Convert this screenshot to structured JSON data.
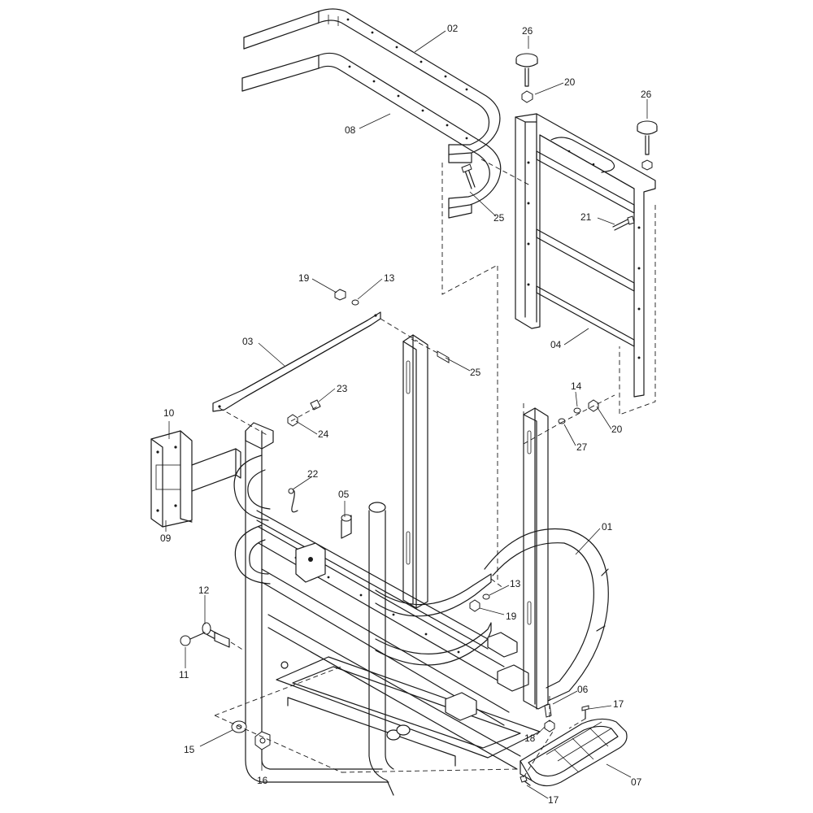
{
  "colors": {
    "line": "#1a1a1a",
    "background": "#ffffff"
  },
  "callouts": [
    {
      "id": "c02",
      "label": "02"
    },
    {
      "id": "c08",
      "label": "08"
    },
    {
      "id": "c26a",
      "label": "26"
    },
    {
      "id": "c20a",
      "label": "20"
    },
    {
      "id": "c26b",
      "label": "26"
    },
    {
      "id": "c25a",
      "label": "25"
    },
    {
      "id": "c21",
      "label": "21"
    },
    {
      "id": "c19a",
      "label": "19"
    },
    {
      "id": "c13a",
      "label": "13"
    },
    {
      "id": "c03",
      "label": "03"
    },
    {
      "id": "c25b",
      "label": "25"
    },
    {
      "id": "c04",
      "label": "04"
    },
    {
      "id": "c23",
      "label": "23"
    },
    {
      "id": "c24",
      "label": "24"
    },
    {
      "id": "c14",
      "label": "14"
    },
    {
      "id": "c10",
      "label": "10"
    },
    {
      "id": "c20b",
      "label": "20"
    },
    {
      "id": "c27",
      "label": "27"
    },
    {
      "id": "c22",
      "label": "22"
    },
    {
      "id": "c05",
      "label": "05"
    },
    {
      "id": "c09",
      "label": "09"
    },
    {
      "id": "c01",
      "label": "01"
    },
    {
      "id": "c12",
      "label": "12"
    },
    {
      "id": "c13b",
      "label": "13"
    },
    {
      "id": "c19b",
      "label": "19"
    },
    {
      "id": "c11",
      "label": "11"
    },
    {
      "id": "c06",
      "label": "06"
    },
    {
      "id": "c17a",
      "label": "17"
    },
    {
      "id": "c18",
      "label": "18"
    },
    {
      "id": "c15",
      "label": "15"
    },
    {
      "id": "c07",
      "label": "07"
    },
    {
      "id": "c16",
      "label": "16"
    },
    {
      "id": "c17b",
      "label": "17"
    }
  ]
}
